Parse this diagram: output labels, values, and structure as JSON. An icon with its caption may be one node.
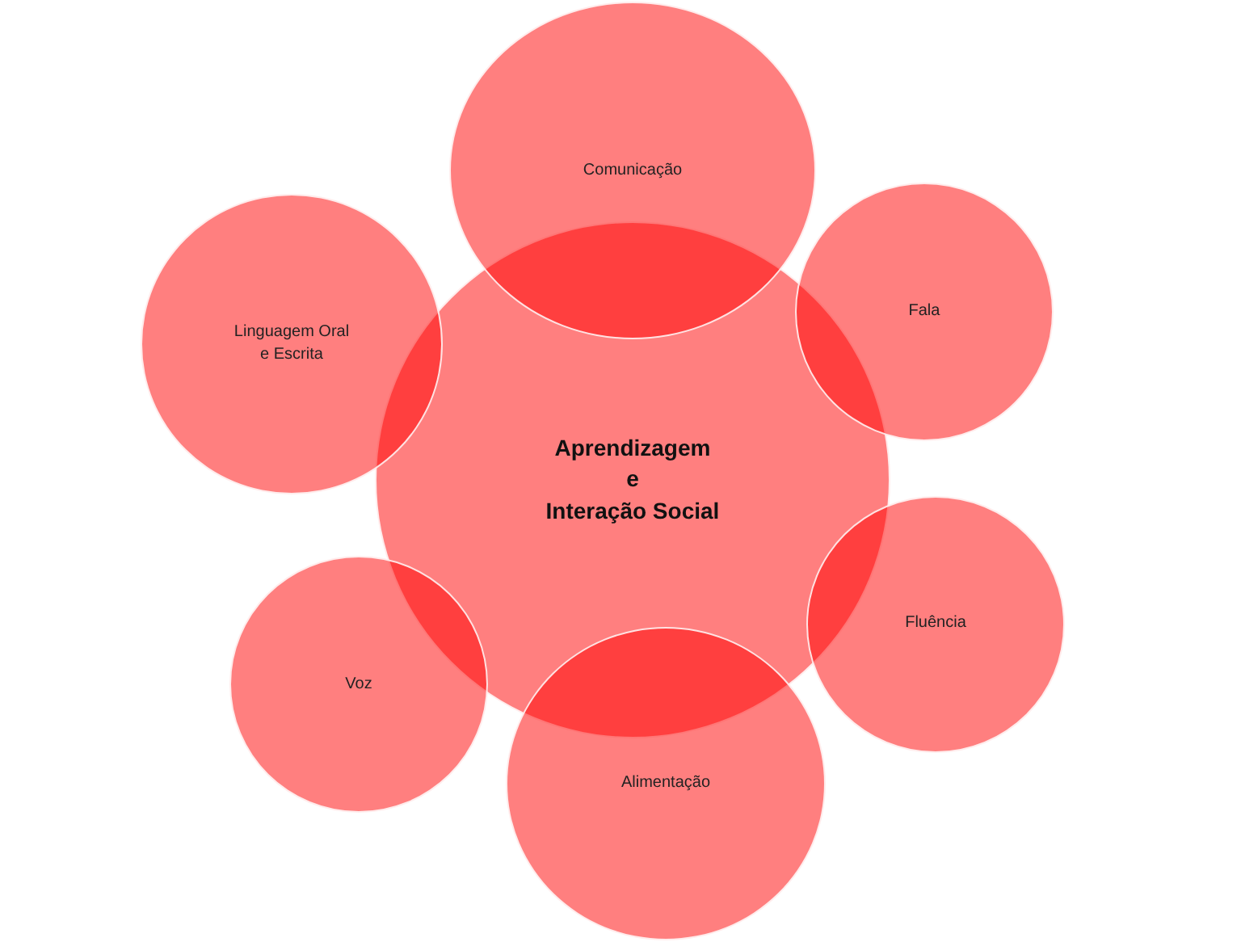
{
  "diagram": {
    "nodes": [
      {
        "text": [
          "Aprendizagem e Interação Social"
        ]
      },
      {
        "text": [
          "Comunicação"
        ]
      },
      {
        "text": [
          "Fala"
        ]
      },
      {
        "text": [
          "Fluência"
        ]
      },
      {
        "text": [
          "Alimentação"
        ]
      },
      {
        "text": [
          "Voz"
        ]
      },
      {
        "text": [
          "Linguagem Oral e Escrita"
        ]
      }
    ]
  }
}
